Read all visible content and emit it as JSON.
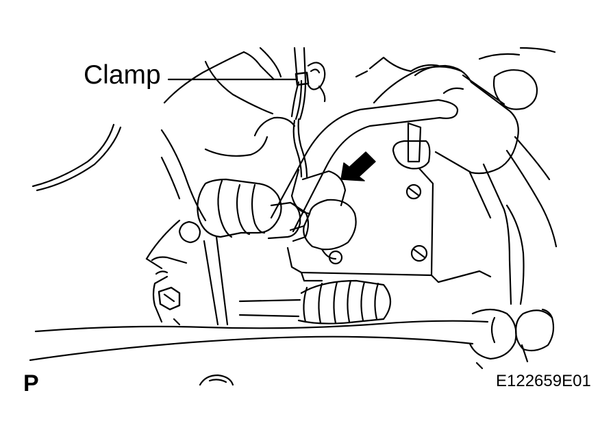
{
  "callouts": {
    "clamp": "Clamp"
  },
  "view_marker": "P",
  "figure_id": "E122659E01",
  "colors": {
    "line": "#000000",
    "fill": "#ffffff"
  }
}
